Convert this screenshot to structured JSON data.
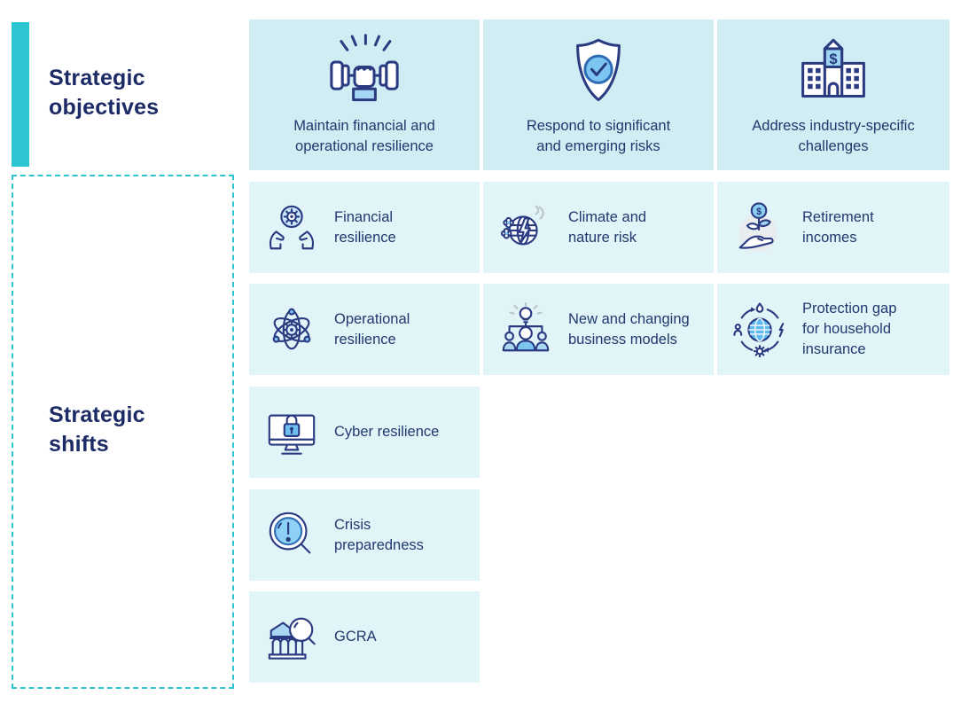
{
  "sections": {
    "objectives_title": "Strategic\nobjectives",
    "shifts_title": "Strategic\nshifts"
  },
  "colors": {
    "accent_teal": "#2ec5d3",
    "objective_cell_bg": "#cfedf2",
    "shift_cell_bg": "#e1f4f7",
    "heading_navy": "#1c2a66",
    "label_navy": "#21386e",
    "icon_navy": "#2b3b82",
    "icon_blue": "#2e6db5",
    "icon_light_blue": "#7cc5f0"
  },
  "objectives": [
    {
      "label": "Maintain financial and\noperational resilience",
      "icon": "dumbbell-icon"
    },
    {
      "label": "Respond to significant\nand emerging risks",
      "icon": "shield-check-icon"
    },
    {
      "label": "Address industry-specific\nchallenges",
      "icon": "bank-building-icon"
    }
  ],
  "shifts": [
    {
      "label": "Financial\nresilience",
      "icon": "hands-gear-icon"
    },
    {
      "label": "Climate and\nnature risk",
      "icon": "globe-climate-icon"
    },
    {
      "label": "Retirement\nincomes",
      "icon": "hand-plant-coin-icon"
    },
    {
      "label": "Operational\nresilience",
      "icon": "atom-gear-icon"
    },
    {
      "label": "New and changing\nbusiness models",
      "icon": "team-idea-icon"
    },
    {
      "label": "Protection gap\nfor household\ninsurance",
      "icon": "globe-cycle-icon"
    },
    {
      "label": "Cyber resilience",
      "icon": "monitor-lock-icon"
    },
    {
      "label": "Crisis\npreparedness",
      "icon": "magnifier-alert-icon"
    },
    {
      "label": "GCRA",
      "icon": "bank-magnifier-icon"
    }
  ]
}
